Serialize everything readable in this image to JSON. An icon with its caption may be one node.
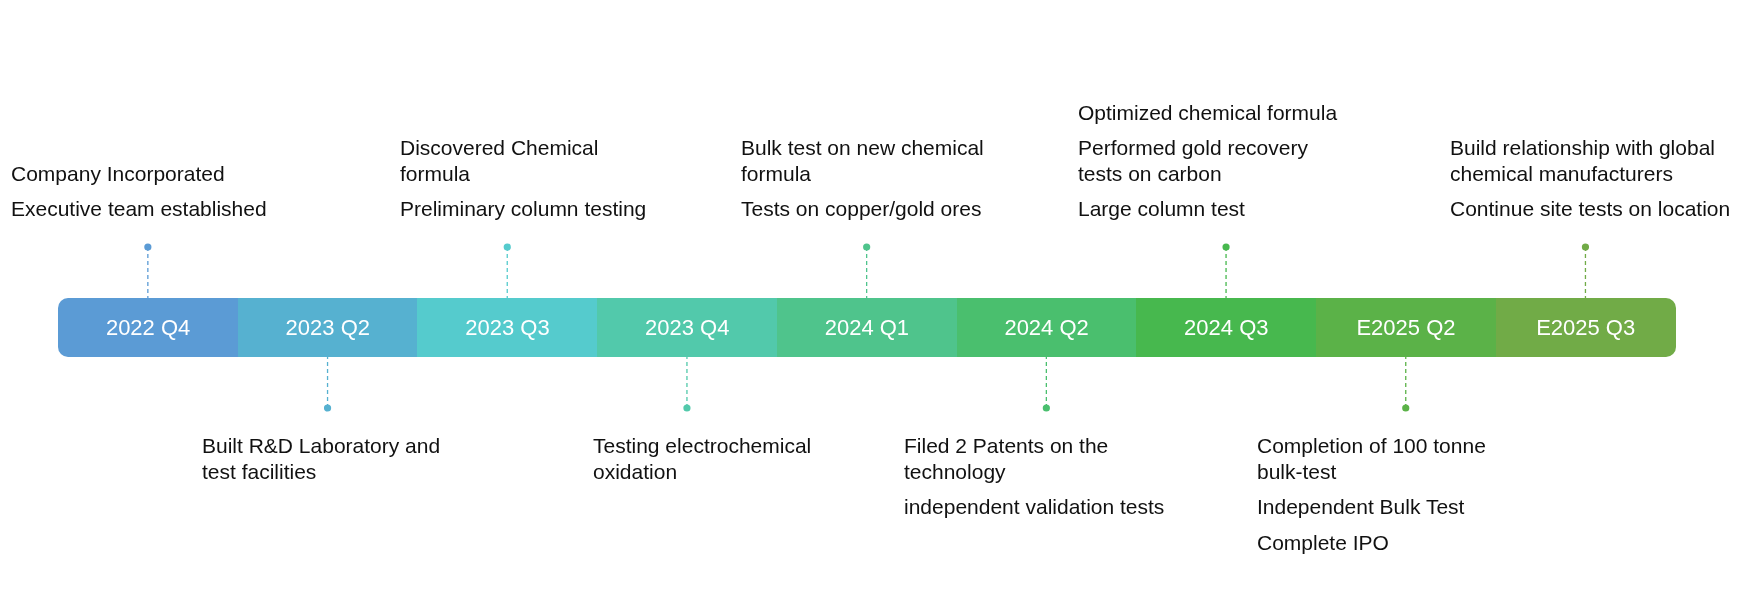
{
  "diagram": {
    "nodes": [
      {
        "text": [
          "2022 Q4"
        ]
      },
      {
        "text": [
          "2023 Q2"
        ]
      },
      {
        "text": [
          "2023 Q3"
        ]
      },
      {
        "text": [
          "2023 Q4"
        ]
      },
      {
        "text": [
          "2024 Q1"
        ]
      },
      {
        "text": [
          "2024 Q2"
        ]
      },
      {
        "text": [
          "2024 Q3"
        ]
      },
      {
        "text": [
          "E2025 Q2"
        ]
      },
      {
        "text": [
          "E2025 Q3"
        ]
      },
      {
        "text": [
          "Company Incorporated",
          "Executive team established"
        ]
      },
      {
        "text": [
          "Built R&D Laboratory and test facilities"
        ]
      },
      {
        "text": [
          "Discovered Chemical  formula",
          "Preliminary column testing"
        ]
      },
      {
        "text": [
          "Testing electrochemical oxidation"
        ]
      },
      {
        "text": [
          "Bulk test on new chemical formula",
          "Tests on copper/gold ores"
        ]
      },
      {
        "text": [
          "Filed 2 Patents on the technology",
          "independent validation tests"
        ]
      },
      {
        "text": [
          "Optimized chemical formula",
          "Performed gold recovery tests on carbon",
          "Large column test"
        ]
      },
      {
        "text": [
          "Completion of 100 tonne bulk-test",
          "Independent Bulk Test",
          "Complete IPO"
        ]
      },
      {
        "text": [
          "Build relationship with global chemical manufacturers",
          "Continue site tests on location"
        ]
      }
    ],
    "edges": [
      {
        "from": 9,
        "to": 0,
        "arrow": "other",
        "style": "dashed",
        "color": "#5b9bd5"
      },
      {
        "from": 10,
        "to": 1,
        "arrow": "other",
        "style": "dashed",
        "color": "#56b1d0"
      },
      {
        "from": 11,
        "to": 2,
        "arrow": "other",
        "style": "dashed",
        "color": "#55cbcd"
      },
      {
        "from": 12,
        "to": 3,
        "arrow": "other",
        "style": "dashed",
        "color": "#52c9ab"
      },
      {
        "from": 13,
        "to": 4,
        "arrow": "other",
        "style": "dashed",
        "color": "#4fc48c"
      },
      {
        "from": 14,
        "to": 5,
        "arrow": "other",
        "style": "dashed",
        "color": "#4abf6e"
      },
      {
        "from": 15,
        "to": 6,
        "arrow": "other",
        "style": "dashed",
        "color": "#47b84e"
      },
      {
        "from": 16,
        "to": 7,
        "arrow": "other",
        "style": "dashed",
        "color": "#5bb248"
      },
      {
        "from": 17,
        "to": 8,
        "arrow": "other",
        "style": "dashed",
        "color": "#71ab47"
      }
    ]
  }
}
